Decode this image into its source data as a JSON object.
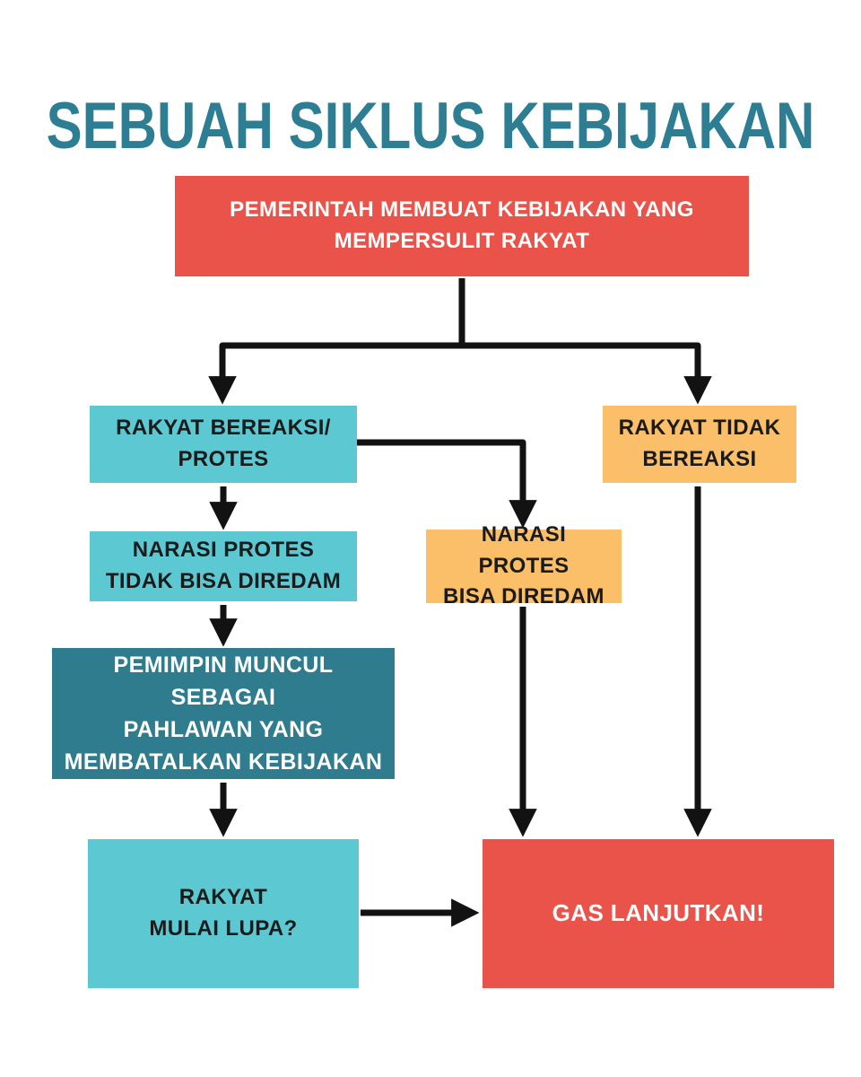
{
  "title": "SEBUAH SIKLUS KEBIJAKAN",
  "colors": {
    "title": "#2E7E93",
    "red": "#EA5349",
    "teal_light": "#5BC8D2",
    "teal_dark": "#2F7C8E",
    "orange": "#FABF68",
    "arrow": "#121212",
    "text_dark": "#1B1B1B",
    "text_light": "#FFFFFF"
  },
  "nodes": {
    "policy": "PEMERINTAH MEMBUAT KEBIJAKAN YANG\nMEMPERSULIT RAKYAT",
    "react": "RAKYAT BEREAKSI/\nPROTES",
    "no_react": "RAKYAT TIDAK\nBEREAKSI",
    "narasi_tidak": "NARASI PROTES\nTIDAK BISA DIREDAM",
    "narasi_bisa": "NARASI PROTES\nBISA DIREDAM",
    "pemimpin": "PEMIMPIN MUNCUL SEBAGAI\nPAHLAWAN YANG\nMEMBATALKAN KEBIJAKAN",
    "lupa": "RAKYAT\nMULAI LUPA?",
    "gas": "GAS LANJUTKAN!"
  }
}
